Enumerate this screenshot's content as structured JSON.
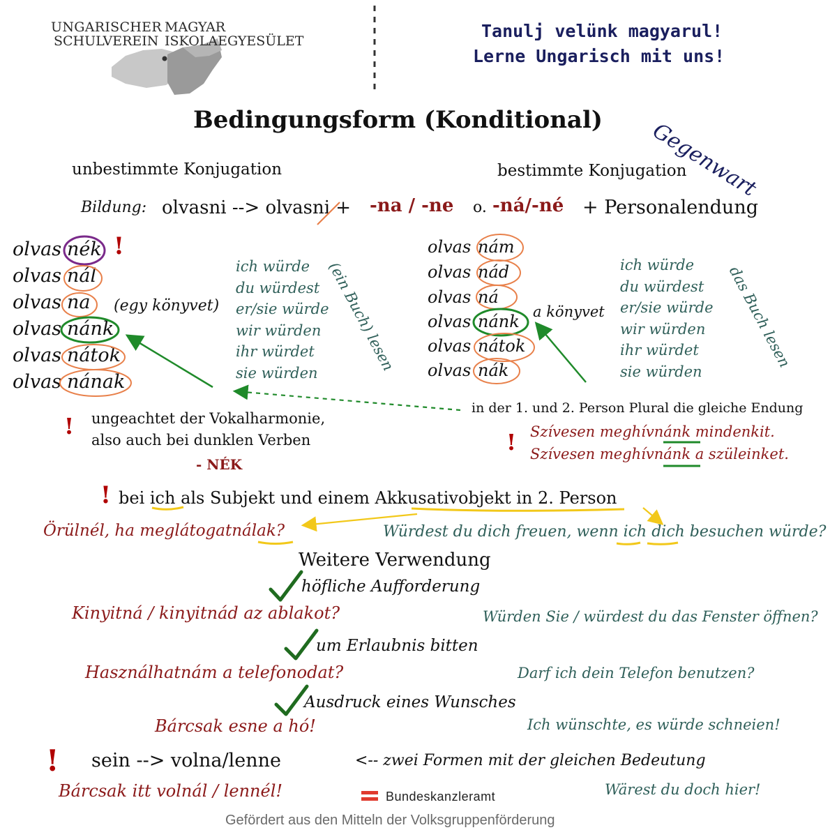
{
  "header": {
    "logo_line1_left": "UNGARISCHER",
    "logo_line2_left": "SCHULVEREIN",
    "logo_line1_right": "MAGYAR",
    "logo_line2_right": "ISKOLAEGYESÜLET",
    "slogan_hu": "Tanulj velünk magyarul!",
    "slogan_de": "Lerne Ungarisch mit uns!"
  },
  "title": "Bedingungsform (Konditional)",
  "tense_label": "Gegenwart",
  "headings": {
    "indefinite": "unbestimmte Konjugation",
    "definite": "bestimmte Konjugation"
  },
  "formation": {
    "label": "Bildung:",
    "infinitive": "olvasni --> olvasni +",
    "suffix_indef": "-na / -ne",
    "or": "o.",
    "suffix_def": "-ná/-né",
    "personal": "+ Personalendung"
  },
  "indefinite": {
    "stem": "olvas",
    "endings": [
      "nék",
      "nál",
      "na",
      "nánk",
      "nátok",
      "nának"
    ],
    "object": "(egy könyvet)",
    "translations": [
      "ich würde",
      "du würdest",
      "er/sie würde",
      "wir würden",
      "ihr würdet",
      "sie würden"
    ],
    "verb_label": "(ein Buch) lesen"
  },
  "definite": {
    "stem": "olvas",
    "endings": [
      "nám",
      "nád",
      "ná",
      "nánk",
      "nátok",
      "nák"
    ],
    "object": "a könyvet",
    "translations": [
      "ich würde",
      "du würdest",
      "er/sie würde",
      "wir würden",
      "ihr würdet",
      "sie würden"
    ],
    "verb_label": "das Buch lesen"
  },
  "notes": {
    "same_ending": "in der 1. und 2. Person Plural die gleiche Endung",
    "harmony_line1": "ungeachtet der Vokalharmonie,",
    "harmony_line2": "also auch bei dunklen Verben",
    "harmony_suffix": "- NÉK",
    "example1": "Szívesen meghívnánk mindenkit.",
    "example2": "Szívesen meghívnánk a szüleinket.",
    "lak_rule": "bei ich als Subjekt und einem Akkusativobjekt in 2. Person",
    "lak_example_hu": "Örülnél, ha meglátogatnálak?",
    "lak_example_de": "Würdest du dich freuen, wenn ich dich besuchen würde?"
  },
  "usage": {
    "heading": "Weitere Verwendung",
    "items": [
      {
        "label": "höfliche Aufforderung",
        "hu": "Kinyitná / kinyitnád az ablakot?",
        "de": "Würden Sie / würdest du das Fenster öffnen?"
      },
      {
        "label": "um Erlaubnis bitten",
        "hu": "Használhatnám a telefonodat?",
        "de": "Darf ich dein Telefon benutzen?"
      },
      {
        "label": "Ausdruck eines Wunsches",
        "hu": "Bárcsak esne a hó!",
        "de": "Ich wünschte, es würde schneien!"
      }
    ]
  },
  "sein": {
    "rule": "sein --> volna/lenne",
    "note": "<-- zwei Formen mit der gleichen Bedeutung",
    "hu": "Bárcsak itt volnál / lennél!",
    "de": "Wärest du doch hier!"
  },
  "footer": {
    "sponsor": "Bundeskanzleramt",
    "funding": "Gefördert aus den Mitteln der Volksgruppenförderung"
  },
  "colors": {
    "red_text": "#8b1a1a",
    "teal_text": "#2f5f59",
    "navy_text": "#1a1f5e",
    "orange_circle": "#e8804a",
    "green_circle": "#1f8a2a",
    "purple_circle": "#7a2a8a",
    "yellow_underline": "#f2c81a",
    "check_green": "#1f6b1f"
  },
  "icons": [
    "warning-exclamation-icon",
    "checkmark-icon",
    "arrow-icon",
    "austria-flag-icon"
  ]
}
